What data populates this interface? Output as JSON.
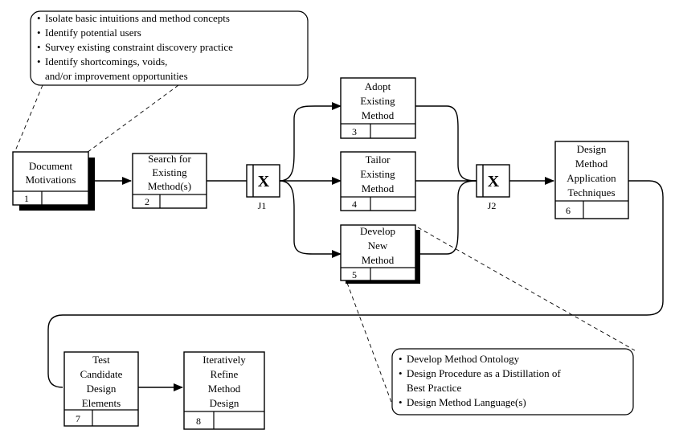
{
  "notes": {
    "top": [
      "Isolate basic intuitions and method concepts",
      "Identify potential users",
      "Survey existing constraint discovery practice",
      "Identify shortcomings, voids,",
      "and/or improvement opportunities"
    ],
    "bottom": [
      "Develop Method Ontology",
      "Design Procedure as a Distillation of",
      "Best Practice",
      "Design Method Language(s)"
    ],
    "bullet": "•"
  },
  "boxes": {
    "b1": {
      "lines": [
        "Document",
        "Motivations"
      ],
      "number": "1"
    },
    "b2": {
      "lines": [
        "Search for",
        "Existing",
        "Method(s)"
      ],
      "number": "2"
    },
    "b3": {
      "lines": [
        "Adopt",
        "Existing",
        "Method"
      ],
      "number": "3"
    },
    "b4": {
      "lines": [
        "Tailor",
        "Existing",
        "Method"
      ],
      "number": "4"
    },
    "b5": {
      "lines": [
        "Develop",
        "New",
        "Method"
      ],
      "number": "5"
    },
    "b6": {
      "lines": [
        "Design",
        "Method",
        "Application",
        "Techniques"
      ],
      "number": "6"
    },
    "b7": {
      "lines": [
        "Test",
        "Candidate",
        "Design",
        "Elements"
      ],
      "number": "7"
    },
    "b8": {
      "lines": [
        "Iteratively",
        "Refine",
        "Method",
        "Design"
      ],
      "number": "8"
    }
  },
  "junctions": {
    "j1": {
      "symbol": "X",
      "label": "J1"
    },
    "j2": {
      "symbol": "X",
      "label": "J2"
    }
  }
}
